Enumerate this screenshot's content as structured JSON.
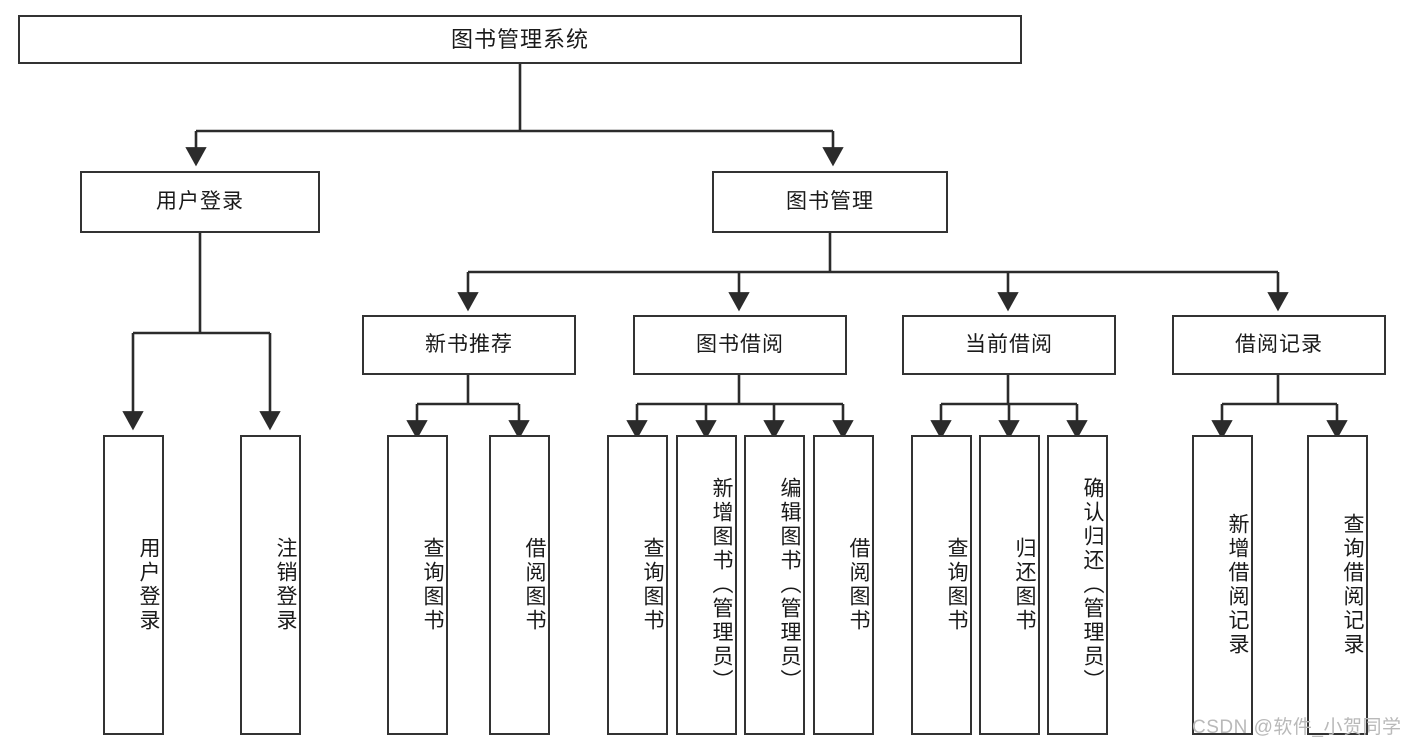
{
  "diagram": {
    "title": "图书管理系统",
    "type": "tree",
    "watermark": "CSDN @软件_小贺同学",
    "colors": {
      "background": "#ffffff",
      "node_border": "#333333",
      "node_fill": "#ffffff",
      "edge": "#2b2b2b",
      "text": "#1a1a1a",
      "watermark": "#b9b9b9"
    },
    "nodes": {
      "root": {
        "label": "图书管理系统",
        "orientation": "horizontal"
      },
      "level2": [
        {
          "id": "user-login",
          "label": "用户登录",
          "orientation": "horizontal"
        },
        {
          "id": "book-manage",
          "label": "图书管理",
          "orientation": "horizontal"
        }
      ],
      "level3": [
        {
          "id": "new-book-recommend",
          "label": "新书推荐",
          "orientation": "horizontal"
        },
        {
          "id": "book-borrow",
          "label": "图书借阅",
          "orientation": "horizontal"
        },
        {
          "id": "current-borrow",
          "label": "当前借阅",
          "orientation": "horizontal"
        },
        {
          "id": "borrow-record",
          "label": "借阅记录",
          "orientation": "horizontal"
        }
      ],
      "leaves": {
        "user_login": [
          {
            "id": "leaf-user-login",
            "label": "用户登录",
            "orientation": "vertical"
          },
          {
            "id": "leaf-logout-login",
            "label": "注销登录",
            "orientation": "vertical"
          }
        ],
        "new_book_recommend": [
          {
            "id": "leaf-query-book-1",
            "label": "查询图书",
            "orientation": "vertical"
          },
          {
            "id": "leaf-borrow-book-1",
            "label": "借阅图书",
            "orientation": "vertical"
          }
        ],
        "book_borrow": [
          {
            "id": "leaf-query-book-2",
            "label": "查询图书",
            "orientation": "vertical"
          },
          {
            "id": "leaf-add-book",
            "label": "新增图书（管理员）",
            "orientation": "vertical"
          },
          {
            "id": "leaf-edit-book",
            "label": "编辑图书（管理员）",
            "orientation": "vertical"
          },
          {
            "id": "leaf-borrow-book-2",
            "label": "借阅图书",
            "orientation": "vertical"
          }
        ],
        "current_borrow": [
          {
            "id": "leaf-query-book-3",
            "label": "查询图书",
            "orientation": "vertical"
          },
          {
            "id": "leaf-return-book",
            "label": "归还图书",
            "orientation": "vertical"
          },
          {
            "id": "leaf-confirm-return",
            "label": "确认归还（管理员）",
            "orientation": "vertical"
          }
        ],
        "borrow_record": [
          {
            "id": "leaf-add-borrow-record",
            "label": "新增借阅记录",
            "orientation": "vertical"
          },
          {
            "id": "leaf-query-borrow-record",
            "label": "查询借阅记录",
            "orientation": "vertical"
          }
        ]
      }
    }
  }
}
